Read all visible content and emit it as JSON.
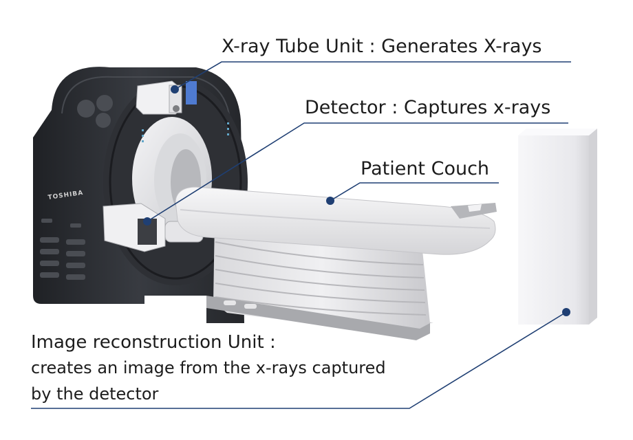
{
  "labels": {
    "tube": "X-ray Tube Unit : Generates X-rays",
    "detector": "Detector : Captures x-rays",
    "couch": "Patient Couch",
    "recon_title": "Image reconstruction Unit :",
    "recon_desc_line1": "creates an image from the x-rays captured",
    "recon_desc_line2": "by the detector"
  },
  "brand": "TOSHIBA",
  "colors": {
    "callout_line": "#1f3f73",
    "callout_dot": "#1f3f73",
    "gantry": "#2b2d32",
    "couch": "#e6e6e8",
    "cabinet": "#f2f2f4"
  }
}
